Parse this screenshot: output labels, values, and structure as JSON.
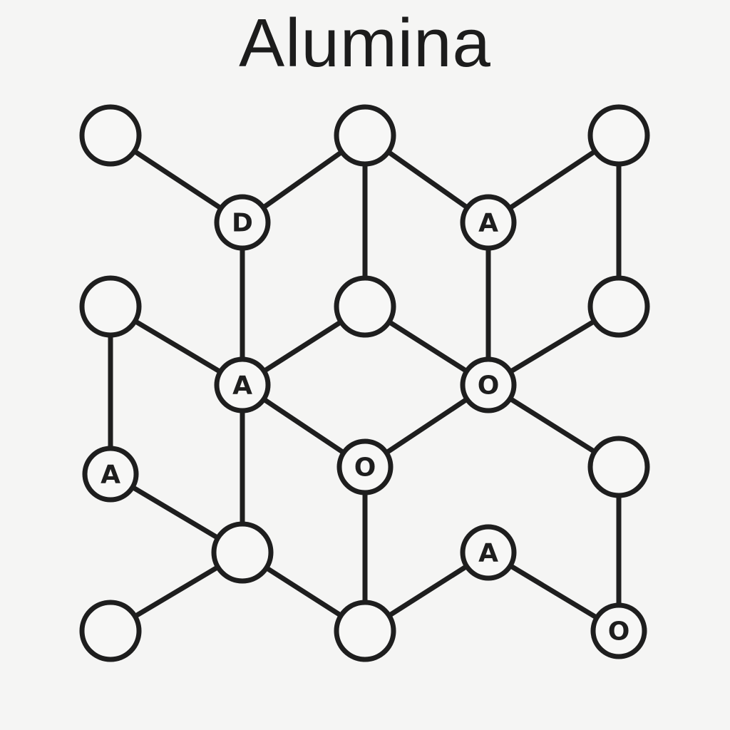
{
  "title": "Alumina",
  "colors": {
    "background": "#f5f5f4",
    "stroke": "#1e1e1e",
    "node_fill": "#f7f7f6"
  },
  "nodes": [
    {
      "id": "n1",
      "label": ""
    },
    {
      "id": "n2",
      "label": ""
    },
    {
      "id": "n3",
      "label": ""
    },
    {
      "id": "n4",
      "label": "D"
    },
    {
      "id": "n5",
      "label": "A"
    },
    {
      "id": "n6",
      "label": ""
    },
    {
      "id": "n7",
      "label": ""
    },
    {
      "id": "n8",
      "label": ""
    },
    {
      "id": "n9",
      "label": "A"
    },
    {
      "id": "n10",
      "label": "O"
    },
    {
      "id": "n11",
      "label": "A"
    },
    {
      "id": "n12",
      "label": "O"
    },
    {
      "id": "n13",
      "label": ""
    },
    {
      "id": "n14",
      "label": ""
    },
    {
      "id": "n15",
      "label": "A"
    },
    {
      "id": "n16",
      "label": ""
    },
    {
      "id": "n17",
      "label": ""
    },
    {
      "id": "n18",
      "label": "O"
    }
  ],
  "edges": [
    [
      "n1",
      "n4"
    ],
    [
      "n4",
      "n2"
    ],
    [
      "n2",
      "n5"
    ],
    [
      "n5",
      "n3"
    ],
    [
      "n2",
      "n7"
    ],
    [
      "n3",
      "n8"
    ],
    [
      "n4",
      "n9"
    ],
    [
      "n5",
      "n10"
    ],
    [
      "n6",
      "n9"
    ],
    [
      "n9",
      "n7"
    ],
    [
      "n7",
      "n10"
    ],
    [
      "n10",
      "n8"
    ],
    [
      "n6",
      "n11"
    ],
    [
      "n9",
      "n12"
    ],
    [
      "n12",
      "n10"
    ],
    [
      "n10",
      "n13"
    ],
    [
      "n11",
      "n14"
    ],
    [
      "n9",
      "n14"
    ],
    [
      "n12",
      "n17"
    ],
    [
      "n13",
      "n18"
    ],
    [
      "n14",
      "n16"
    ],
    [
      "n14",
      "n17"
    ],
    [
      "n17",
      "n15"
    ],
    [
      "n15",
      "n18"
    ]
  ]
}
